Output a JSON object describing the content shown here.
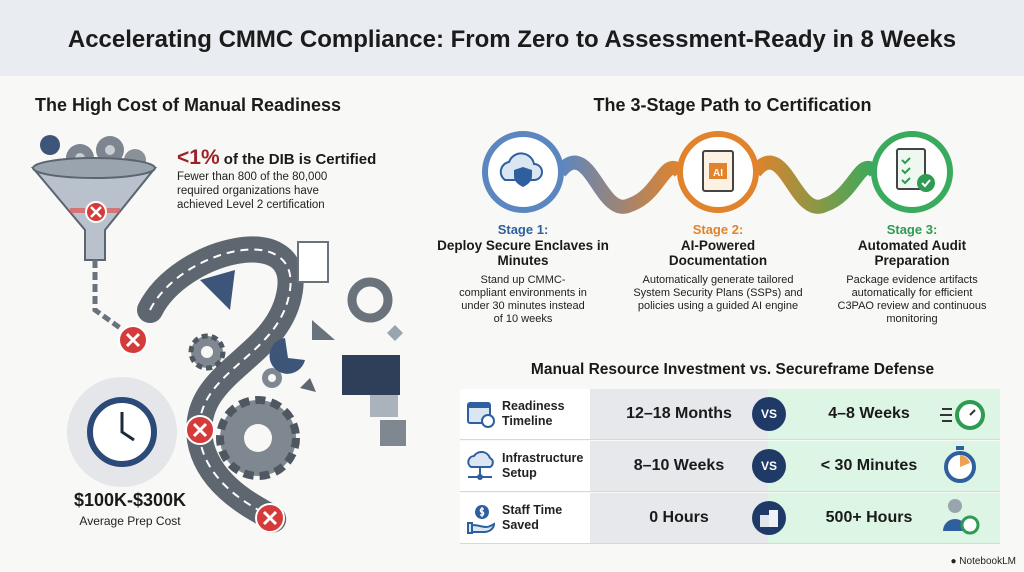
{
  "header": {
    "title": "Accelerating CMMC Compliance: From Zero to Assessment-Ready in 8 Weeks"
  },
  "left": {
    "heading": "The High Cost of Manual Readiness",
    "stat_value": "<1%",
    "stat_text": "of the DIB is Certified",
    "stat_body": "Fewer than 800 of the 80,000 required organizations have achieved Level 2 certification",
    "cost_value": "$100K-$300K",
    "cost_label": "Average Prep Cost"
  },
  "right": {
    "heading": "The 3-Stage Path to Certification",
    "stages": [
      {
        "num": "Stage 1:",
        "name": "Deploy Secure Enclaves in Minutes",
        "desc": "Stand up CMMC-compliant environments in under 30 minutes instead of 10 weeks",
        "color": "#2f5f9e",
        "icon": "cloud-shield-icon"
      },
      {
        "num": "Stage 2:",
        "name": "AI-Powered Documentation",
        "desc": "Automatically generate tailored System Security Plans (SSPs) and policies using a guided AI engine",
        "color": "#e0832c",
        "icon": "ai-document-icon",
        "icon_text": "AI"
      },
      {
        "num": "Stage 3:",
        "name": "Automated Audit Preparation",
        "desc": "Package evidence artifacts automatically for efficient C3PAO review and continuous monitoring",
        "color": "#2e9a52",
        "icon": "checklist-icon"
      }
    ]
  },
  "comparison": {
    "title": "Manual Resource Investment vs. Secureframe Defense",
    "vs_label": "VS",
    "rows": [
      {
        "label": "Readiness Timeline",
        "manual": "12–18 Months",
        "secureframe": "4–8 Weeks"
      },
      {
        "label": "Infrastructure Setup",
        "manual": "8–10 Weeks",
        "secureframe": "< 30 Minutes"
      },
      {
        "label": "Staff Time Saved",
        "manual": "0 Hours",
        "secureframe": "500+ Hours"
      }
    ]
  },
  "watermark": "NotebookLM",
  "colors": {
    "accent_red": "#9b2226",
    "navy": "#1f3a66",
    "green_bg": "#dcf5e4"
  }
}
